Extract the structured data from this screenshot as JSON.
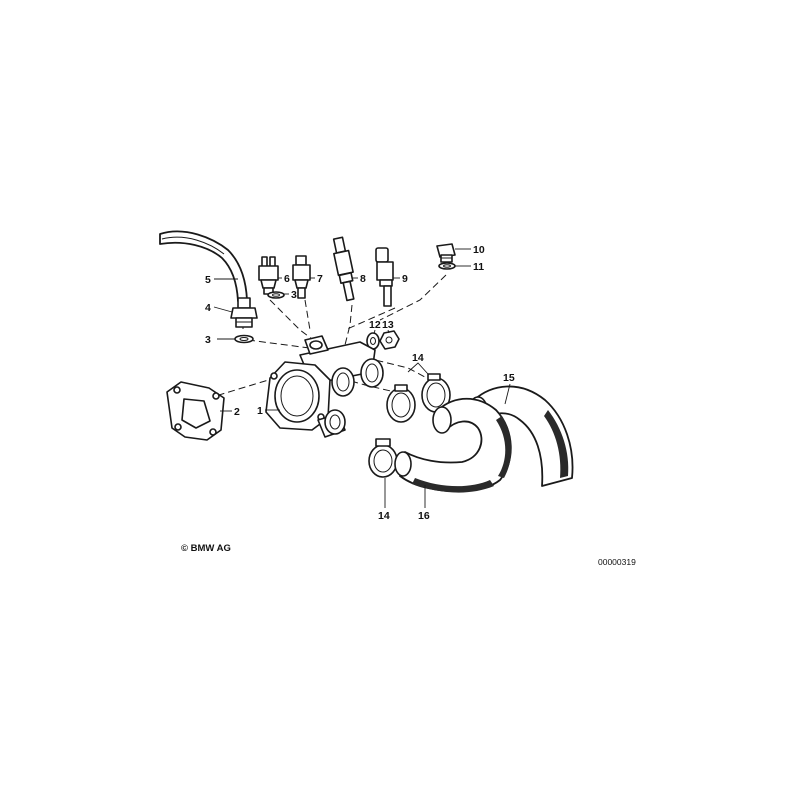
{
  "diagram": {
    "callouts": {
      "c1": "1",
      "c2": "2",
      "c3a": "3",
      "c3b": "3",
      "c4": "4",
      "c5": "5",
      "c6": "6",
      "c7": "7",
      "c8": "8",
      "c9": "9",
      "c10": "10",
      "c11": "11",
      "c12": "12",
      "c13": "13",
      "c14a": "14",
      "c14b": "14",
      "c15": "15",
      "c16": "16"
    },
    "copyright": "© BMW AG",
    "drawing_number": "00000319"
  }
}
